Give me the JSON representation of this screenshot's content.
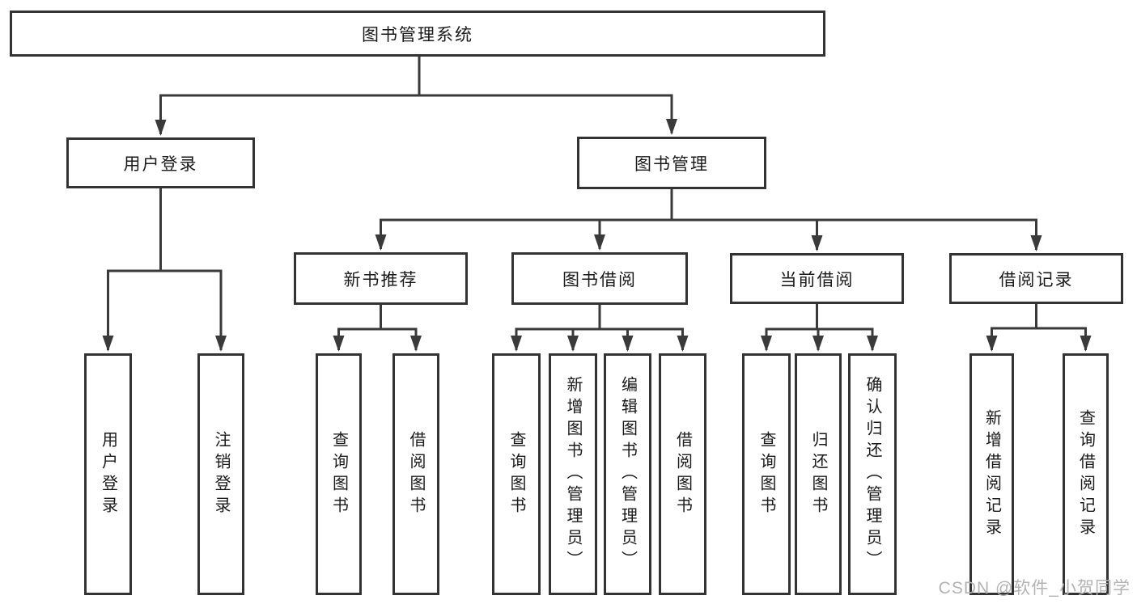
{
  "diagram": {
    "root": {
      "label": "图书管理系统"
    },
    "branches": [
      {
        "label": "用户登录",
        "children": [
          {
            "label": "用户登录"
          },
          {
            "label": "注销登录"
          }
        ]
      },
      {
        "label": "图书管理",
        "children": [
          {
            "label": "新书推荐",
            "children": [
              {
                "label": "查询图书"
              },
              {
                "label": "借阅图书"
              }
            ]
          },
          {
            "label": "图书借阅",
            "children": [
              {
                "label": "查询图书"
              },
              {
                "label": "新增图书（管理员）"
              },
              {
                "label": "编辑图书（管理员）"
              },
              {
                "label": "借阅图书"
              }
            ]
          },
          {
            "label": "当前借阅",
            "children": [
              {
                "label": "查询图书"
              },
              {
                "label": "归还图书"
              },
              {
                "label": "确认归还（管理员）"
              }
            ]
          },
          {
            "label": "借阅记录",
            "children": [
              {
                "label": "新增借阅记录"
              },
              {
                "label": "查询借阅记录"
              }
            ]
          }
        ]
      }
    ]
  },
  "watermark": {
    "text": "CSDN @软件_小贺同学"
  },
  "colors": {
    "line": "#3a3a3a",
    "box_border": "#333333",
    "text": "#1a1a1a",
    "watermark": "#b3b3b3",
    "background": "#ffffff"
  }
}
